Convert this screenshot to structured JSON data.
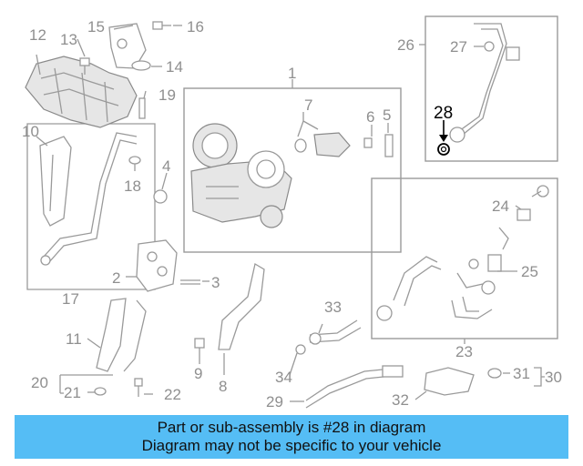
{
  "banner": {
    "line1": "Part or sub-assembly is #28 in diagram",
    "line2": "Diagram may not be specific to your vehicle"
  },
  "highlighted_part": "28",
  "callouts": [
    "1",
    "2",
    "3",
    "4",
    "5",
    "6",
    "7",
    "8",
    "9",
    "10",
    "11",
    "12",
    "13",
    "14",
    "15",
    "16",
    "17",
    "18",
    "19",
    "20",
    "21",
    "22",
    "23",
    "24",
    "25",
    "26",
    "27",
    "28",
    "29",
    "30",
    "31",
    "32",
    "33",
    "34"
  ],
  "colors": {
    "banner": "#55bdf5",
    "lines": "#9a9a9a",
    "highlight": "#000000"
  }
}
